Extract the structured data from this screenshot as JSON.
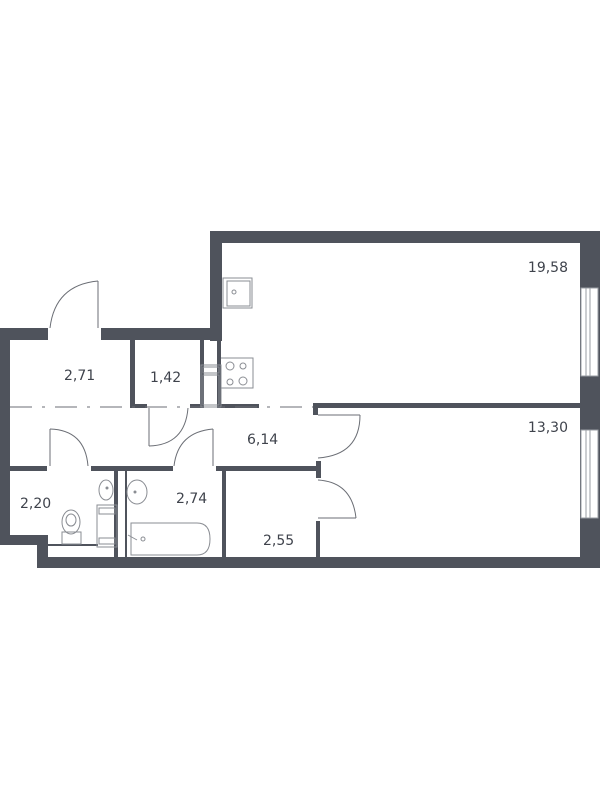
{
  "plan": {
    "type": "apartment-floor-plan",
    "wall_color": "#4f535c",
    "line_color": "#6b6e75",
    "rooms": [
      {
        "id": "living-room",
        "area": "19,58"
      },
      {
        "id": "bedroom",
        "area": "13,30"
      },
      {
        "id": "hall",
        "area": "6,14"
      },
      {
        "id": "entrance",
        "area": "2,71"
      },
      {
        "id": "storage",
        "area": "1,42"
      },
      {
        "id": "bathroom",
        "area": "2,74"
      },
      {
        "id": "toilet",
        "area": "2,20"
      },
      {
        "id": "closet",
        "area": "2,55"
      }
    ]
  }
}
